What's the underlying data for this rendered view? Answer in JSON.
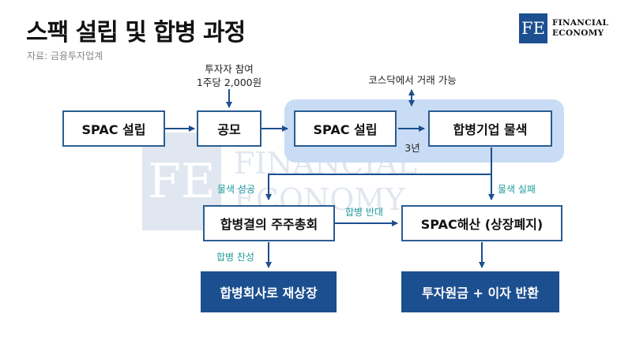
{
  "header": {
    "title": "스팩 설립 및 합병 과정",
    "source": "자료: 금융투자업계"
  },
  "logo": {
    "mark": "FE",
    "line1": "FINANCIAL",
    "line2": "ECONOMY"
  },
  "watermark": {
    "mark": "FE",
    "line1": "FINANCIAL",
    "line2": "ECONOMY"
  },
  "nodes": {
    "spac_founding_1": "SPAC 설립",
    "ipo": "공모",
    "spac_founding_2": "SPAC 설립",
    "merger_target": "합병기업 물색",
    "shareholders_meeting": "합병결의 주주총회",
    "spac_dissolution": "SPAC해산 (상장폐지)",
    "relisting": "합병회사로 재상장",
    "refund": "투자원금 + 이자 반환"
  },
  "notes": {
    "investor_line1": "투자자 참여",
    "investor_line2": "1주당 2,000원",
    "kosdaq_trading": "코스닥에서 거래 가능",
    "period": "3년"
  },
  "edge_labels": {
    "search_success": "물색 성공",
    "search_fail": "물색 실패",
    "merger_oppose": "합병 반대",
    "merger_approve": "합병 찬성"
  },
  "colors": {
    "navy": "#1c4f8f",
    "border": "#2a5d93",
    "highlight": "#c9dcf5",
    "edge_label": "#1f9b9b"
  }
}
